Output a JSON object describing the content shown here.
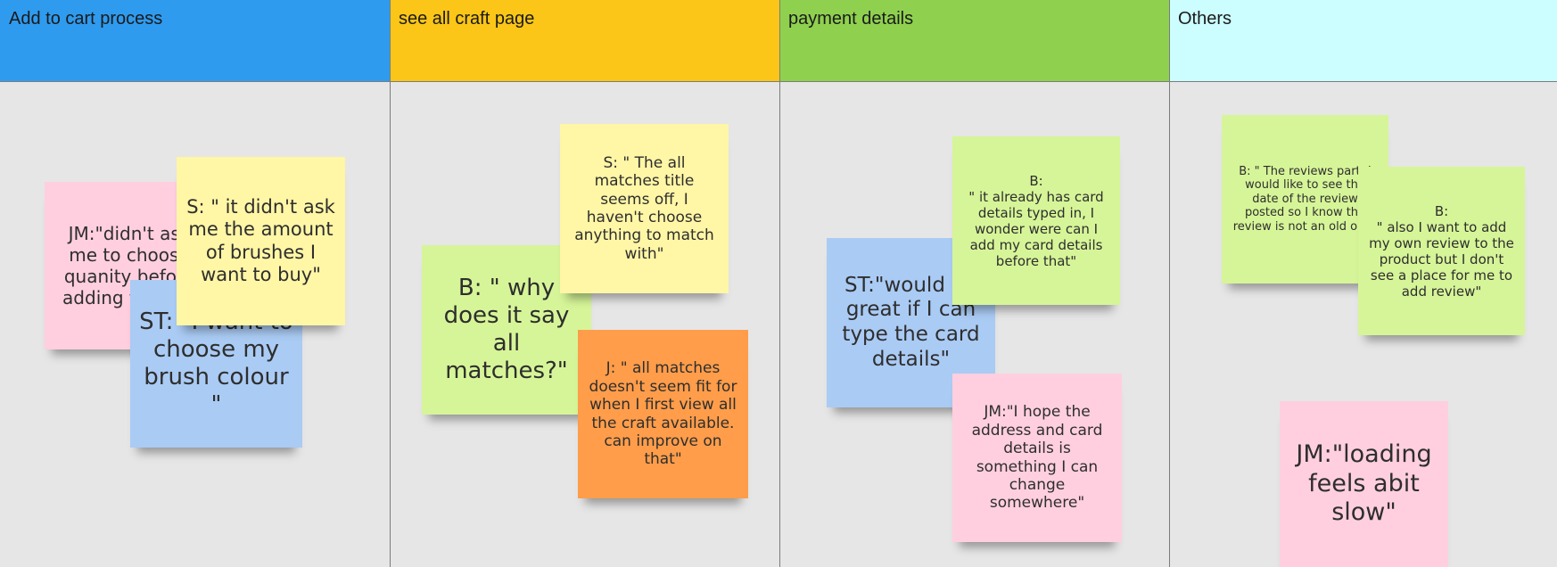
{
  "columns": [
    {
      "title": "Add to cart process",
      "color": "#2f9bef"
    },
    {
      "title": "see all craft page",
      "color": "#fbc617"
    },
    {
      "title": "payment details",
      "color": "#8fd14f"
    },
    {
      "title": "Others",
      "color": "#ccfdff"
    }
  ],
  "notes": {
    "cart_jm": "JM:\"didn't ask me to choose quanity before adding to cart\"",
    "cart_st": "ST: \"I want to choose my brush colour \"",
    "cart_s": "S: \" it didn't ask me the amount of brushes I want to buy\"",
    "craft_b": "B: \" why does it say all matches?\"",
    "craft_s": "S: \" The all matches title seems off, I haven't choose anything to match with\"",
    "craft_j": "J: \" all matches doesn't seem fit for when I first view all the craft available. can improve on that\"",
    "pay_st": "ST:\"would be great if I can type the card details\"",
    "pay_b": "B:\n\" it already has card details typed in, I wonder were can I add my card details before that\"",
    "pay_jm": "JM:\"I hope the address and card details is something I can change somewhere\"",
    "oth_b1": "B: \" The reviews part, I would like to see the date of the review posted so I know the review is not an old one\"",
    "oth_b2": "B:\n\" also I want to add my own review to the product but I don't see a place for me to add review\"",
    "oth_jm": "JM:\"loading feels abit slow\""
  }
}
